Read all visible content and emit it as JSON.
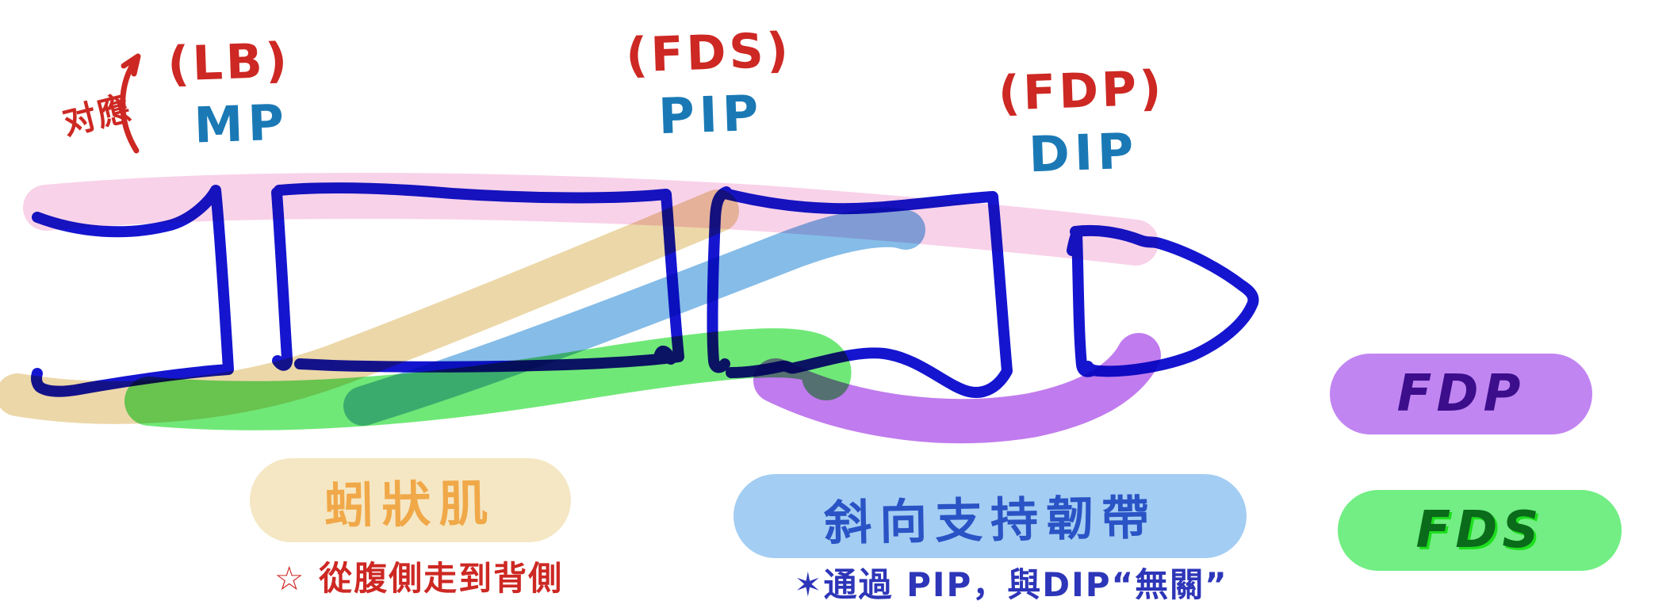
{
  "annotations": {
    "correspondence_note": "对應",
    "joints": [
      {
        "tendon": "(LB)",
        "joint": "MP"
      },
      {
        "tendon": "(FDS)",
        "joint": "PIP"
      },
      {
        "tendon": "(FDP)",
        "joint": "DIP"
      }
    ]
  },
  "callouts": {
    "lumbrical": {
      "title": "蚓狀肌",
      "note": "☆ 從腹側走到背側"
    },
    "oblique_retinacular_ligament": {
      "title": "斜向支持韌帶",
      "note": "✶通過 PIP，與DIP“無關”"
    }
  },
  "legend": {
    "items": [
      {
        "label": "FDP"
      },
      {
        "label": "FDS"
      }
    ]
  },
  "colors": {
    "ink": "#1515d0",
    "red": "#cd2823",
    "joint_label_blue": "#1a79b5",
    "pink_highlight": "#f8d2e9",
    "tan_highlight": "#ecd7a8",
    "blue_highlight": "#85bce8",
    "green_highlight": "#70e878",
    "purple_highlight": "#c07bee",
    "lumbrical_pill_bg": "#f5e7c4",
    "lumbrical_text": "#f0a848",
    "ligament_pill_bg": "#a3cdf3",
    "ligament_text": "#2a53c5",
    "ligament_note_text": "#2d35b8",
    "fdp_pill_bg": "#c185f2",
    "fdp_text": "#3c0e8c",
    "fds_pill_bg": "#72ee84",
    "fds_text": "#0a6b1a",
    "fds_text_glow": "#1ddf1d"
  }
}
